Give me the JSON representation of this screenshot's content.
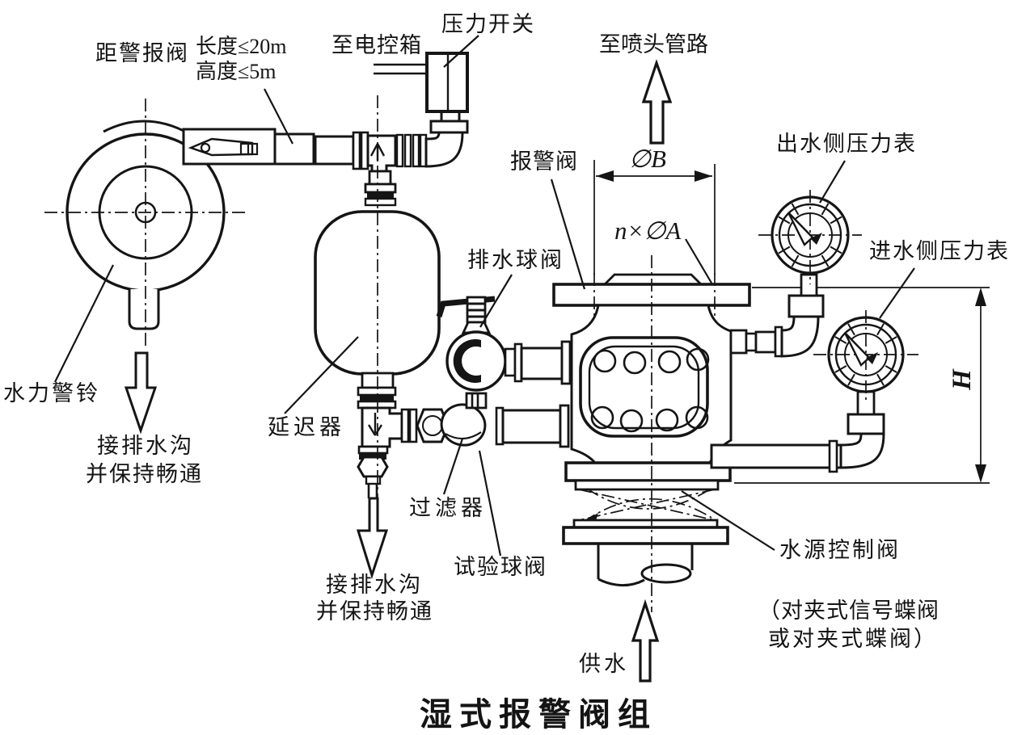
{
  "diagram": {
    "title": "湿式报警阀组",
    "labels": {
      "dist_alarm_valve": "距警报阀",
      "length_limit": "长度≤20m",
      "height_limit": "高度≤5m",
      "to_control_box": "至电控箱",
      "pressure_switch": "压力开关",
      "to_sprinkler_pipe": "至喷头管路",
      "alarm_valve": "报警阀",
      "dim_flange_diameter": "∅B",
      "dim_bolt_holes": "n×∅A",
      "dim_height": "H",
      "outlet_gauge": "出水侧压力表",
      "inlet_gauge": "进水侧压力表",
      "drain_ball_valve": "排水球阀",
      "delay_device": "延迟器",
      "water_alarm_bell": "水力警铃",
      "drain_note_line1": "接排水沟",
      "drain_note_line2": "并保持畅通",
      "filter": "过滤器",
      "test_ball_valve": "试验球阀",
      "water_supply": "供水",
      "source_control_valve": "水源控制阀",
      "wafer_note_line1": "（对夹式信号蝶阀",
      "wafer_note_line2": "或对夹式蝶阀）"
    },
    "colors": {
      "ink": "#151515",
      "background": "#ffffff"
    }
  }
}
